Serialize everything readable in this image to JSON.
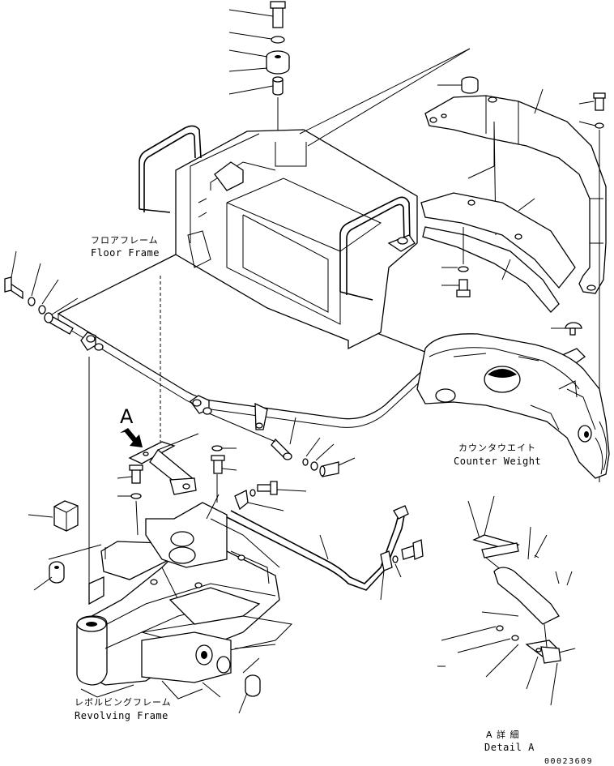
{
  "labels": {
    "floor_frame_jp": "フロアフレーム",
    "floor_frame_en": "Floor Frame",
    "counter_weight_jp": "カウンタウエイト",
    "counter_weight_en": "Counter Weight",
    "revolving_frame_jp": "レボルビングフレーム",
    "revolving_frame_en": "Revolving Frame",
    "detail_marker": "A",
    "detail_jp": "A 詳 細",
    "detail_en": "Detail A",
    "drawing_number": "00023609"
  },
  "icons": {
    "detail_arrow": "arrow-icon"
  }
}
